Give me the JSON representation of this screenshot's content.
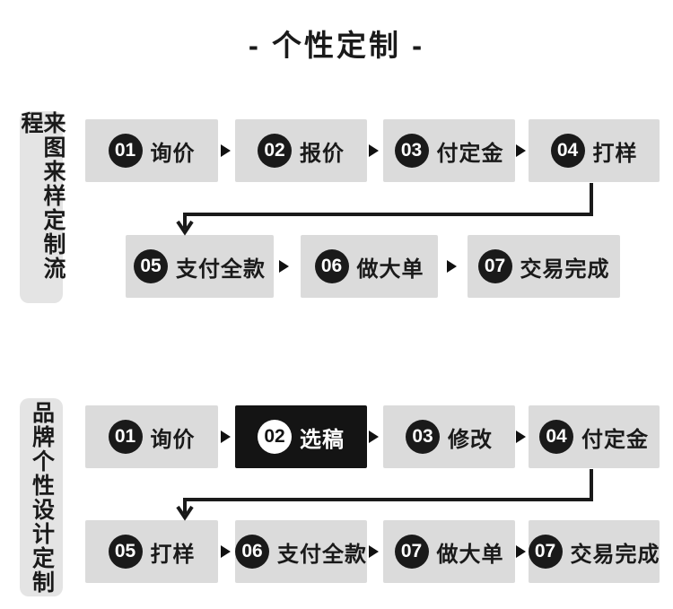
{
  "page": {
    "title": "- 个性定制 -"
  },
  "colors": {
    "page_bg": "#ffffff",
    "box_bg": "#dbdbdb",
    "sidebar_bg": "#e4e4e4",
    "ink_black": "#1a1a1a",
    "selected_box_bg": "#141414",
    "badge_text": "#ffffff"
  },
  "sections": [
    {
      "sidebar_label": "来图来样定制流程",
      "rows": [
        {
          "steps": [
            {
              "num": "01",
              "label": "询价"
            },
            {
              "num": "02",
              "label": "报价"
            },
            {
              "num": "03",
              "label": "付定金"
            },
            {
              "num": "04",
              "label": "打样"
            }
          ]
        },
        {
          "steps": [
            {
              "num": "05",
              "label": "支付全款"
            },
            {
              "num": "06",
              "label": "做大单"
            },
            {
              "num": "07",
              "label": "交易完成"
            }
          ]
        }
      ]
    },
    {
      "sidebar_label": "品牌个性设计定制",
      "rows": [
        {
          "steps": [
            {
              "num": "01",
              "label": "询价"
            },
            {
              "num": "02",
              "label": "选稿",
              "selected": true
            },
            {
              "num": "03",
              "label": "修改"
            },
            {
              "num": "04",
              "label": "付定金"
            }
          ]
        },
        {
          "steps": [
            {
              "num": "05",
              "label": "打样"
            },
            {
              "num": "06",
              "label": "支付全款"
            },
            {
              "num": "07",
              "label": "做大单"
            },
            {
              "num": "07",
              "label": "交易完成"
            }
          ]
        }
      ]
    }
  ]
}
